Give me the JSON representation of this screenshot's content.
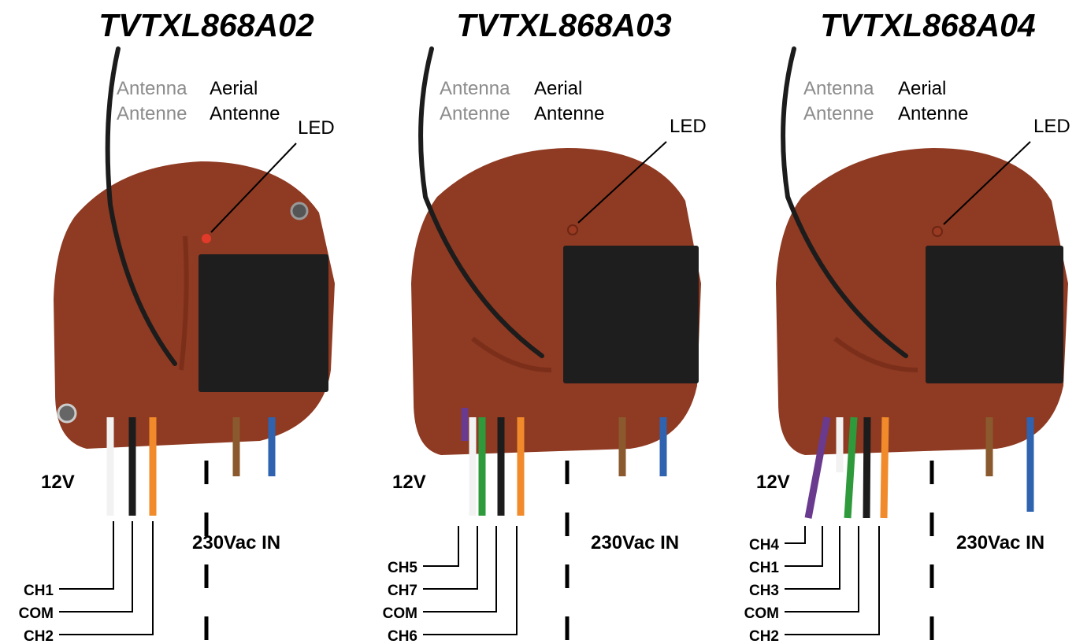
{
  "modules": [
    {
      "title": "TVTXL868A02",
      "antenna_grey_1": "Antenna",
      "antenna_grey_2": "Antenne",
      "antenna_black_1": "Aerial",
      "antenna_black_2": "Antenne",
      "led_label": "LED",
      "low_voltage_label": "12V",
      "mains_label": "230Vac IN",
      "channels": [
        "CH1",
        "COM",
        "CH2"
      ]
    },
    {
      "title": "TVTXL868A03",
      "antenna_grey_1": "Antenna",
      "antenna_grey_2": "Antenne",
      "antenna_black_1": "Aerial",
      "antenna_black_2": "Antenne",
      "led_label": "LED",
      "low_voltage_label": "12V",
      "mains_label": "230Vac IN",
      "channels": [
        "CH5",
        "CH7",
        "COM",
        "CH6"
      ]
    },
    {
      "title": "TVTXL868A04",
      "antenna_grey_1": "Antenna",
      "antenna_grey_2": "Antenne",
      "antenna_black_1": "Aerial",
      "antenna_black_2": "Antenne",
      "led_label": "LED",
      "low_voltage_label": "12V",
      "mains_label": "230Vac IN",
      "channels": [
        "CH4",
        "CH1",
        "CH3",
        "COM",
        "CH2"
      ]
    }
  ],
  "colors": {
    "board": "#8f3a22",
    "board_dark": "#6b2614",
    "relay": "#1e1e1e",
    "wire_white": "#f2f2f2",
    "wire_black": "#1c1c1c",
    "wire_orange": "#f08a2a",
    "wire_brown": "#8a5a2e",
    "wire_blue": "#2f63b0",
    "wire_green": "#2e9a3c",
    "wire_purple": "#6a3a8e",
    "led": "#e23a2a"
  }
}
